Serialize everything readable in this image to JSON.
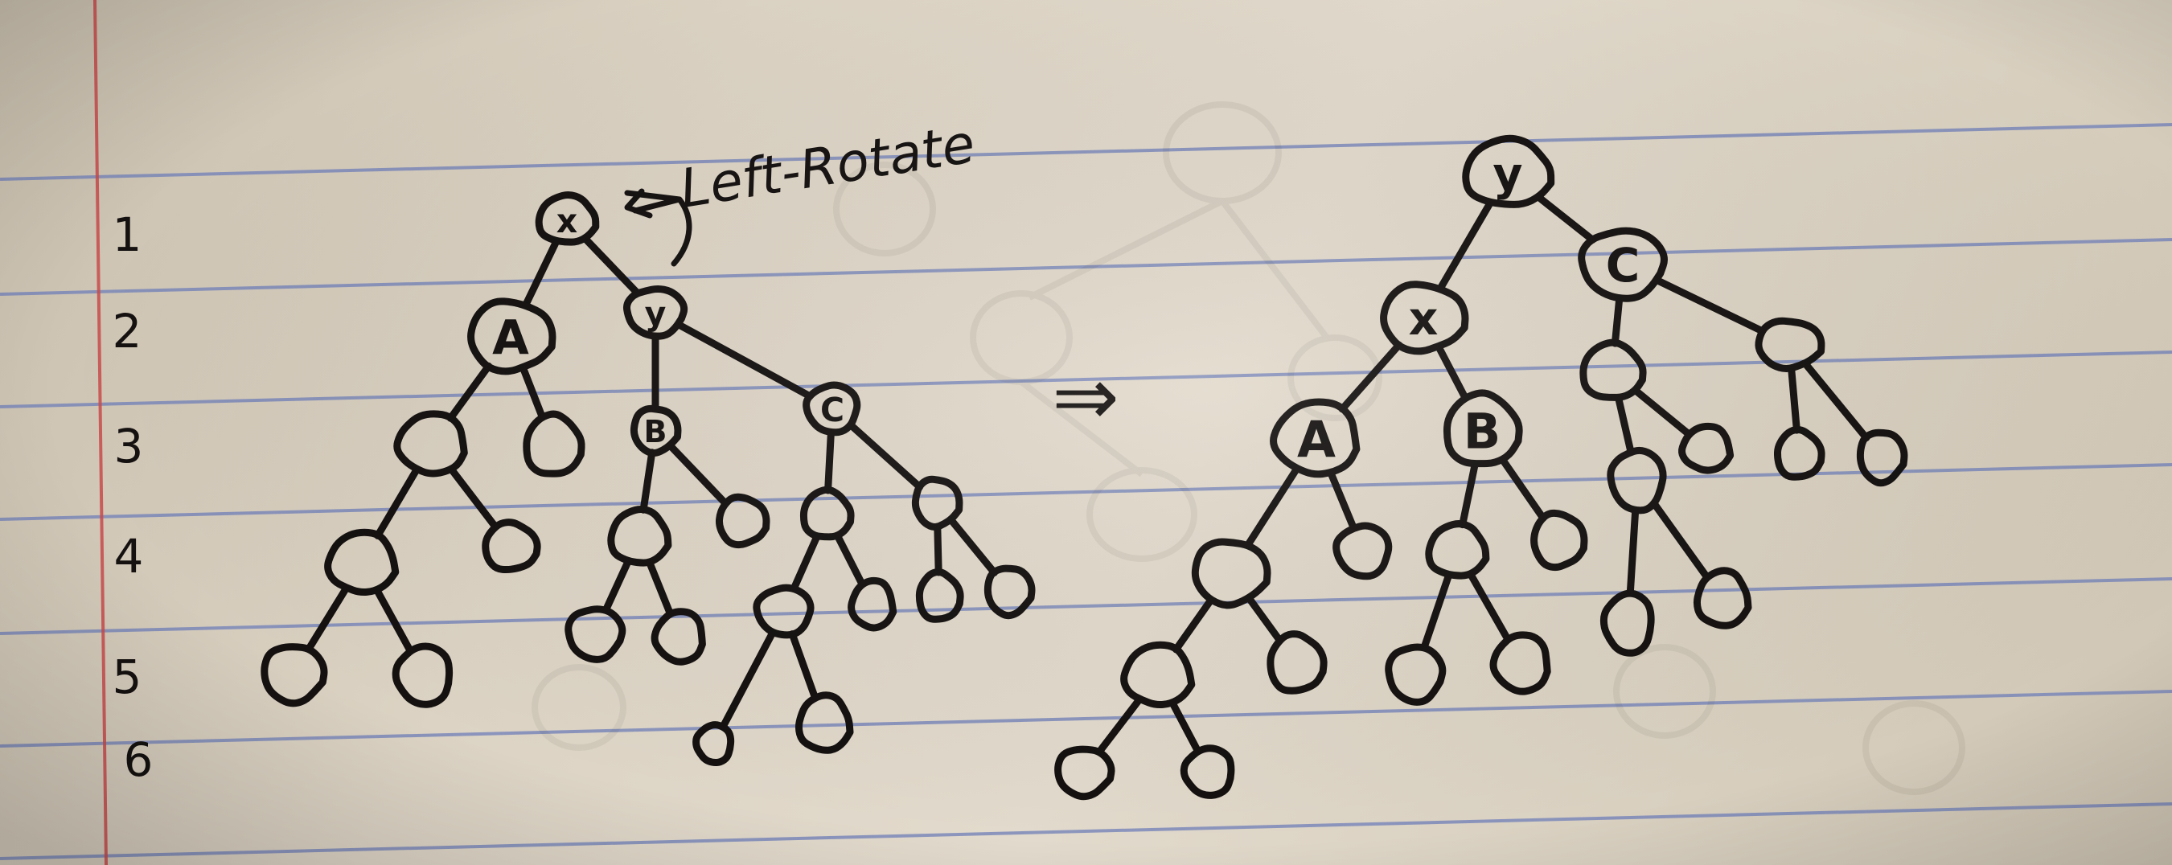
{
  "annotation": "Left-Rotate",
  "arrow_symbol": "⇒",
  "level_numbers": [
    "1",
    "2",
    "3",
    "4",
    "5",
    "6"
  ],
  "colors": {
    "ink": "#141110",
    "rule_lines": "#6f7fb8",
    "margin_line": "#c84a4a",
    "paper": "#e2dacc"
  },
  "left_tree": {
    "nodes": [
      {
        "id": "L_x",
        "label": "x"
      },
      {
        "id": "L_A",
        "label": "A"
      },
      {
        "id": "L_y",
        "label": "y"
      },
      {
        "id": "L_A1",
        "label": ""
      },
      {
        "id": "L_A2",
        "label": ""
      },
      {
        "id": "L_B",
        "label": "B"
      },
      {
        "id": "L_C",
        "label": "C"
      },
      {
        "id": "L_A11",
        "label": ""
      },
      {
        "id": "L_A12",
        "label": ""
      },
      {
        "id": "L_A111",
        "label": ""
      },
      {
        "id": "L_A112",
        "label": ""
      },
      {
        "id": "L_B1",
        "label": ""
      },
      {
        "id": "L_B2",
        "label": ""
      },
      {
        "id": "L_B11",
        "label": ""
      },
      {
        "id": "L_B12",
        "label": ""
      },
      {
        "id": "L_C1",
        "label": ""
      },
      {
        "id": "L_C2",
        "label": ""
      },
      {
        "id": "L_C11",
        "label": ""
      },
      {
        "id": "L_C12",
        "label": ""
      },
      {
        "id": "L_C21",
        "label": ""
      },
      {
        "id": "L_C22",
        "label": ""
      },
      {
        "id": "L_C111",
        "label": ""
      },
      {
        "id": "L_C112",
        "label": ""
      }
    ],
    "edges": [
      [
        "L_x",
        "L_A"
      ],
      [
        "L_x",
        "L_y"
      ],
      [
        "L_A",
        "L_A1"
      ],
      [
        "L_A",
        "L_A2"
      ],
      [
        "L_A1",
        "L_A11"
      ],
      [
        "L_A1",
        "L_A12"
      ],
      [
        "L_A11",
        "L_A111"
      ],
      [
        "L_A11",
        "L_A112"
      ],
      [
        "L_y",
        "L_B"
      ],
      [
        "L_y",
        "L_C"
      ],
      [
        "L_B",
        "L_B1"
      ],
      [
        "L_B",
        "L_B2"
      ],
      [
        "L_B1",
        "L_B11"
      ],
      [
        "L_B1",
        "L_B12"
      ],
      [
        "L_C",
        "L_C1"
      ],
      [
        "L_C",
        "L_C2"
      ],
      [
        "L_C1",
        "L_C11"
      ],
      [
        "L_C1",
        "L_C12"
      ],
      [
        "L_C2",
        "L_C21"
      ],
      [
        "L_C2",
        "L_C22"
      ],
      [
        "L_C11",
        "L_C111"
      ],
      [
        "L_C11",
        "L_C112"
      ]
    ]
  },
  "right_tree": {
    "nodes": [
      {
        "id": "R_y",
        "label": "y"
      },
      {
        "id": "R_x",
        "label": "x"
      },
      {
        "id": "R_C",
        "label": "C"
      },
      {
        "id": "R_A",
        "label": "A"
      },
      {
        "id": "R_B",
        "label": "B"
      },
      {
        "id": "R_A1",
        "label": ""
      },
      {
        "id": "R_A2",
        "label": ""
      },
      {
        "id": "R_A11",
        "label": ""
      },
      {
        "id": "R_A12",
        "label": ""
      },
      {
        "id": "R_A111",
        "label": ""
      },
      {
        "id": "R_A112",
        "label": ""
      },
      {
        "id": "R_B1",
        "label": ""
      },
      {
        "id": "R_B2",
        "label": ""
      },
      {
        "id": "R_B11",
        "label": ""
      },
      {
        "id": "R_B12",
        "label": ""
      },
      {
        "id": "R_C1",
        "label": ""
      },
      {
        "id": "R_C2",
        "label": ""
      },
      {
        "id": "R_C11",
        "label": ""
      },
      {
        "id": "R_C12",
        "label": ""
      },
      {
        "id": "R_C21",
        "label": ""
      },
      {
        "id": "R_C22",
        "label": ""
      },
      {
        "id": "R_C111",
        "label": ""
      },
      {
        "id": "R_C112",
        "label": ""
      }
    ],
    "edges": [
      [
        "R_y",
        "R_x"
      ],
      [
        "R_y",
        "R_C"
      ],
      [
        "R_x",
        "R_A"
      ],
      [
        "R_x",
        "R_B"
      ],
      [
        "R_A",
        "R_A1"
      ],
      [
        "R_A",
        "R_A2"
      ],
      [
        "R_A1",
        "R_A11"
      ],
      [
        "R_A1",
        "R_A12"
      ],
      [
        "R_A11",
        "R_A111"
      ],
      [
        "R_A11",
        "R_A112"
      ],
      [
        "R_B",
        "R_B1"
      ],
      [
        "R_B",
        "R_B2"
      ],
      [
        "R_B1",
        "R_B11"
      ],
      [
        "R_B1",
        "R_B12"
      ],
      [
        "R_C",
        "R_C1"
      ],
      [
        "R_C",
        "R_C2"
      ],
      [
        "R_C1",
        "R_C11"
      ],
      [
        "R_C1",
        "R_C12"
      ],
      [
        "R_C2",
        "R_C21"
      ],
      [
        "R_C2",
        "R_C22"
      ],
      [
        "R_C11",
        "R_C111"
      ],
      [
        "R_C11",
        "R_C112"
      ]
    ]
  }
}
